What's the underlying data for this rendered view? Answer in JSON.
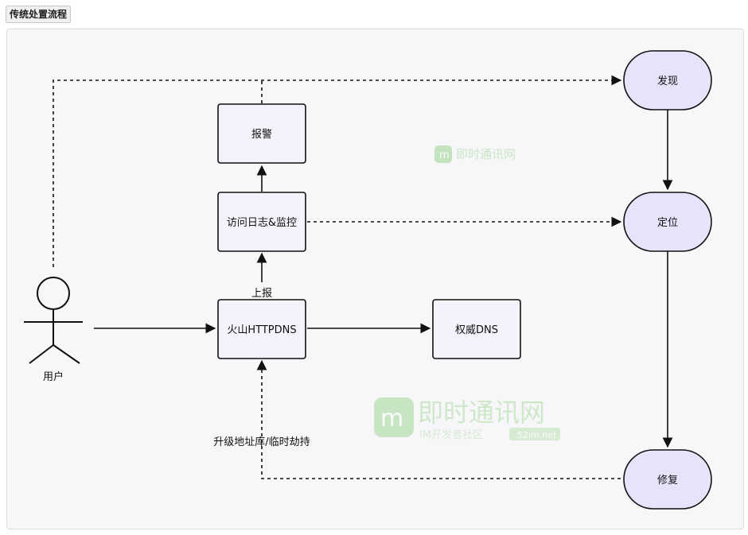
{
  "header": {
    "title": "传统处置流程"
  },
  "actor": {
    "label": "用户"
  },
  "nodes": {
    "alarm": "报警",
    "access_log_monitor": "访问日志&监控",
    "httpdns": "火山HTTPDNS",
    "authoritative_dns": "权威DNS",
    "discover": "发现",
    "locate": "定位",
    "repair": "修复"
  },
  "edge_labels": {
    "report": "上报",
    "upgrade": "升级地址库/临时劫持"
  },
  "watermark": {
    "brand": "即时通讯网",
    "tagline": "IM开发者社区",
    "site": "52im.net"
  },
  "colors": {
    "rect_fill": "#f3f3fb",
    "oval_fill": "#e8e2fb",
    "stroke": "#111111",
    "watermark_green": "#8fd18a"
  }
}
